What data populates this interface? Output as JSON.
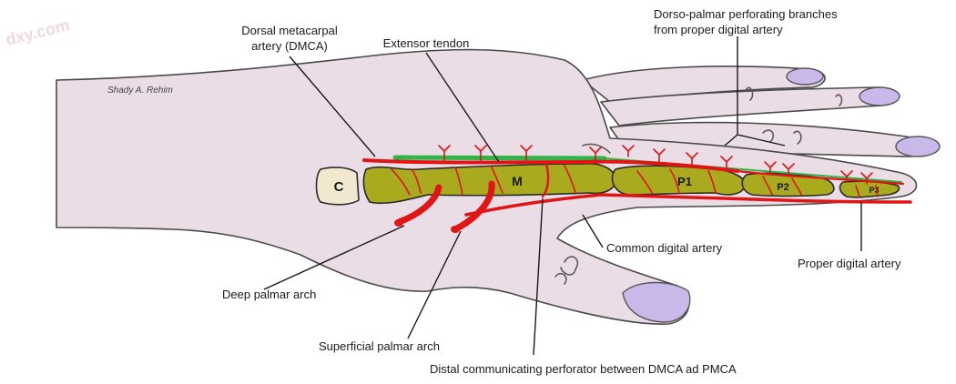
{
  "watermark": "dxy.com",
  "signature": "Shady A. Rehim",
  "bones": {
    "carpal": "C",
    "metacarpal": "M",
    "p1": "P1",
    "p2": "P2",
    "p3": "P3"
  },
  "labels": {
    "dmca": [
      "Dorsal metacarpal",
      "artery (DMCA)"
    ],
    "extensor": "Extensor tendon",
    "dorso_palmar": [
      "Dorso-palmar perforating branches",
      "from proper digital artery"
    ],
    "common_digital": "Common digital artery",
    "proper_digital": "Proper digital artery",
    "deep_arch": "Deep palmar arch",
    "superficial_arch": "Superficial palmar arch",
    "distal_perforator": "Distal communicating perforator between DMCA ad PMCA"
  },
  "colors": {
    "skin": "#eadde6",
    "bone": "#a9aa1e",
    "artery": "#e01515",
    "tendon": "#2fb548",
    "nail": "#c9b8ea"
  }
}
